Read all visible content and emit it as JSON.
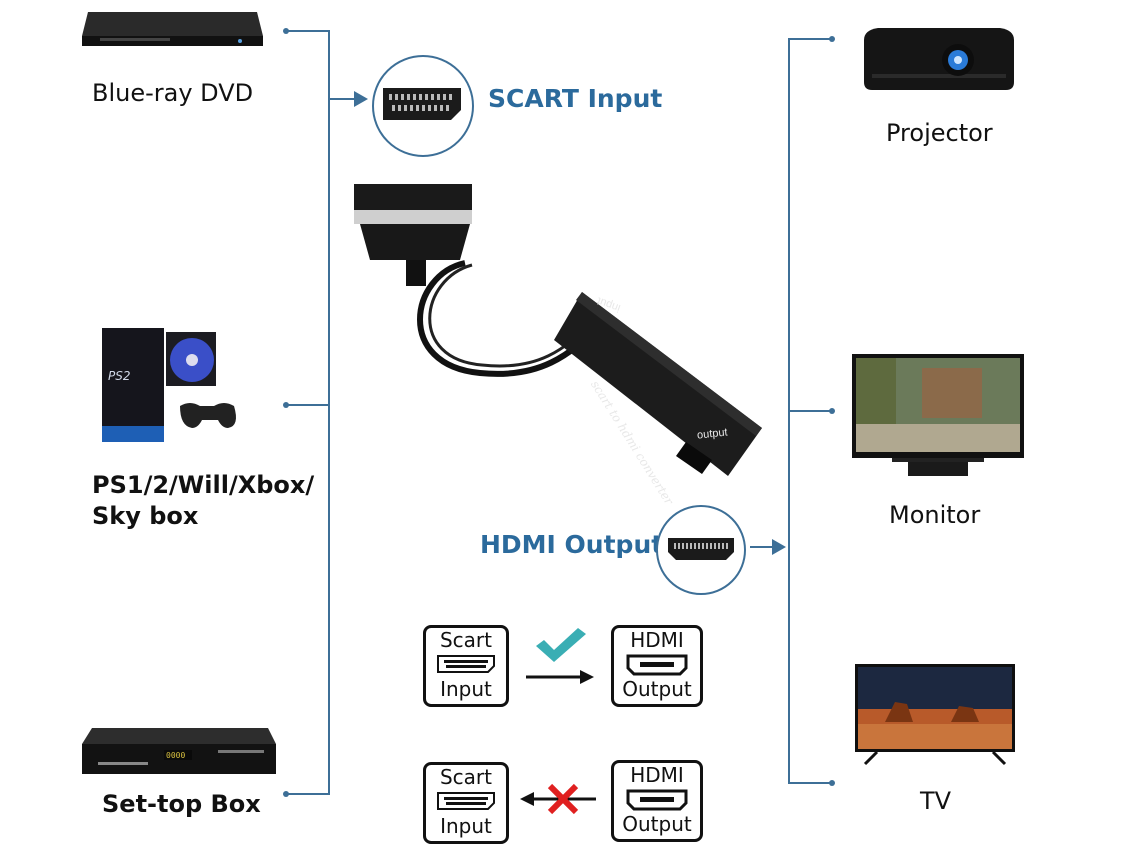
{
  "left_devices": [
    {
      "label": "Blue-ray DVD",
      "icon": "dvd-player-icon"
    },
    {
      "label": "PS1/2/Will/Xbox/",
      "label2": "Sky box",
      "icon": "game-console-icon"
    },
    {
      "label": "Set-top Box",
      "icon": "set-top-box-icon"
    }
  ],
  "right_devices": [
    {
      "label": "Projector",
      "icon": "projector-icon"
    },
    {
      "label": "Monitor",
      "icon": "monitor-icon"
    },
    {
      "label": "TV",
      "icon": "tv-icon"
    }
  ],
  "connectors": {
    "scart_input": "SCART Input",
    "hdmi_output": "HDMI Output"
  },
  "converter": {
    "text": "scart to hdmi converter",
    "port_input": "input",
    "port_output": "output"
  },
  "flow_supported": {
    "from_top": "Scart",
    "from_bottom": "Input",
    "to_top": "HDMI",
    "to_bottom": "Output",
    "mark": "check"
  },
  "flow_unsupported": {
    "from_top": "Scart",
    "from_bottom": "Input",
    "to_top": "HDMI",
    "to_bottom": "Output",
    "mark": "cross"
  },
  "colors": {
    "accent": "#2b6a9c",
    "line": "#3d6f97",
    "check": "#3aaeb4",
    "cross": "#e02020"
  }
}
